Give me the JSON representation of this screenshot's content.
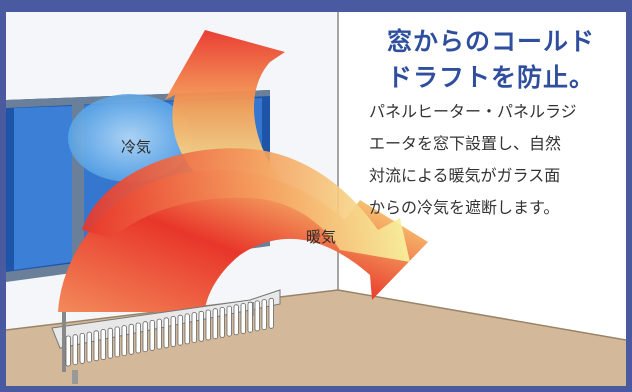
{
  "title": {
    "line1": "窓からのコールド",
    "line2": "ドラフトを防止。"
  },
  "description": [
    "パネルヒーター・パネルラジ",
    "エータを窓下設置し、自然",
    "対流による暖気がガラス面",
    "からの冷気を遮断します。"
  ],
  "diagram": {
    "cold_air_label": "冷気",
    "warm_air_label": "暖気"
  },
  "colors": {
    "frame": "#4a5aa0",
    "title": "#2f4f9e",
    "wall": "#ffffff",
    "floor": "#d3b89a",
    "window_glass": "#2f6fc4",
    "warm_red": "#e8362a",
    "warm_orange": "#f59a4a",
    "warm_yellow": "#f7f4a0",
    "cold_blue": "#5aa6e8"
  }
}
